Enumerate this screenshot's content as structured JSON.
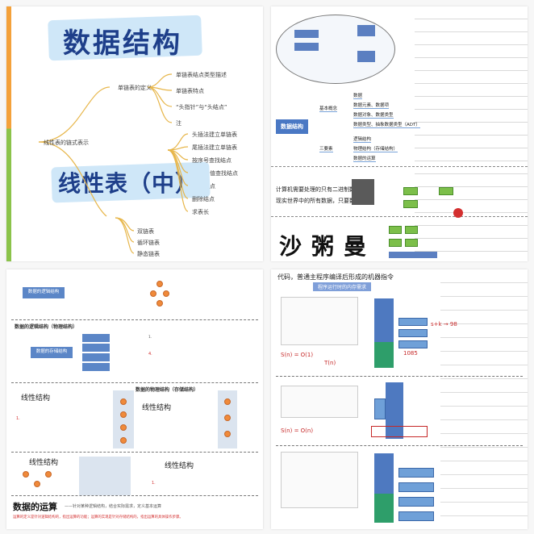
{
  "panel1": {
    "title_top": "数据结构",
    "title_bottom": "线性表（中）",
    "root": "线性表的链式表示",
    "group1_label": "单链表的定义",
    "group1_items": [
      "单链表结点类型描述",
      "单链表特点",
      "“头指针”与“头结点”",
      "注"
    ],
    "group2_items": [
      "头插法建立单链表",
      "尾插法建立单链表",
      "按序号查找结点",
      "值查找结点",
      "点",
      "删除结点",
      "求表长"
    ],
    "group3_items": [
      "双链表",
      "循环链表",
      "静态链表"
    ],
    "colors": {
      "bar_top": "#f4a13a",
      "bar_bottom": "#8bc34a",
      "title": "#1e3f8a"
    }
  },
  "panel2": {
    "tree_root": "数据结构",
    "branch1": "基本概念",
    "branch1_items": [
      "数据",
      "数据元素、数据项",
      "数据对象、数据类型",
      "数据类型、抽象数据类型（ADT）"
    ],
    "branch2": "三要素",
    "branch2_items": [
      "逻辑结构",
      "物理结构（存储结构）",
      "数据的运算"
    ],
    "quote_line1": "计算机需要处理的只有二进制数",
    "quote_line2": "现实世界中的所有数据，只要数打",
    "hanzi": "沙粥曼"
  },
  "panel3": {
    "box_label": "数据的逻辑结构",
    "section1": "数据的逻辑结构（物理结构）",
    "section1_box": "数据的存储结构",
    "section2": "数据的物理结构（存储结构）",
    "linear_label": "线性结构",
    "linear_label2": "线性结构",
    "linear_label3": "线性结构",
    "bottom_title": "数据的运算",
    "bottom_note": "——针对某种逻辑结构，结合实际需求，定义基本运算",
    "bottom_note2": "运算的定义是针对逻辑结构的，指出运算的功能；运算的实现是针对存储结构的，指出运算的具体操作步骤。"
  },
  "panel4": {
    "header": "代码，普通主程序编译后形成的机器指令",
    "subtitle": "程序运行时的内存需求",
    "formula1": "S(n) = O(1)",
    "formula2": "T(n)",
    "formula3": "S(n) = O(n)",
    "mark1": "s+k → 98",
    "mark2": "1085"
  }
}
